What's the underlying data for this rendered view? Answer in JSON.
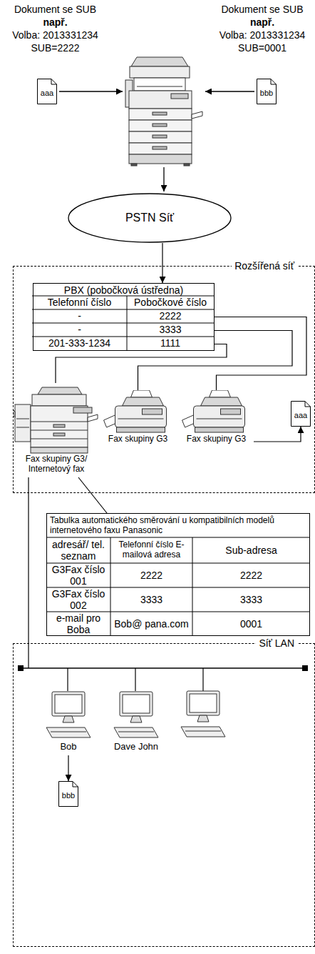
{
  "diagram": {
    "nodes": [
      {
        "text": [
          "aaa"
        ]
      },
      {
        "text": [
          "bbb"
        ]
      },
      {
        "text": [
          "PSTN Síť"
        ]
      },
      {
        "text": [
          "Rozšířená síť"
        ]
      },
      {
        "text": [
          "PBX (pobočková ústředna)"
        ],
        "in": 3
      },
      {
        "text": [
          "Fax skupiny G3/ Internetový fax"
        ],
        "in": 3
      },
      {
        "text": [
          "Fax skupiny G3"
        ],
        "in": 3
      },
      {
        "text": [
          "Fax skupiny G3"
        ],
        "in": 3
      },
      {
        "text": [
          "aaa"
        ],
        "in": 3
      },
      {
        "text": [
          "Tabulka automatického směrování u kompatibilních modelů internetového faxu Panasonic"
        ]
      },
      {
        "text": [
          "Síť LAN"
        ]
      },
      {
        "text": [
          "Bob"
        ],
        "in": 10
      },
      {
        "text": [
          "Dave John"
        ],
        "in": 10
      },
      {
        "text": [
          "bbb"
        ],
        "in": 10
      }
    ],
    "edges": [
      {
        "from": 2,
        "to": 4,
        "arrow": "to"
      },
      {
        "from": 4,
        "to": 7,
        "arrow": "none"
      },
      {
        "from": 4,
        "to": 6,
        "arrow": "none"
      },
      {
        "from": 4,
        "to": 5,
        "arrow": "none"
      },
      {
        "from": 7,
        "to": 8,
        "arrow": "to"
      },
      {
        "from": 9,
        "to": 5,
        "arrow": "none"
      },
      {
        "from": 10,
        "to": 5,
        "arrow": "none"
      },
      {
        "from": 11,
        "to": 13,
        "arrow": "to"
      }
    ],
    "labels": [
      "Dokument se SUB",
      "např.",
      "Volba: 2013331234",
      "SUB=2222",
      "Dokument se SUB",
      "např.",
      "Volba: 2013331234",
      "SUB=0001",
      "Telefonní číslo",
      "Pobočkové číslo",
      "-",
      "2222",
      "-",
      "3333",
      "201-333-1234",
      "1111",
      "adresář/ tel. seznam",
      "Telefonní číslo E-mailová adresa",
      "Sub-adresa",
      "G3Fax číslo 001",
      "2222",
      "2222",
      "G3Fax číslo 002",
      "3333",
      "3333",
      "e-mail pro Boba",
      "Bob@ pana.com",
      "0001"
    ]
  }
}
